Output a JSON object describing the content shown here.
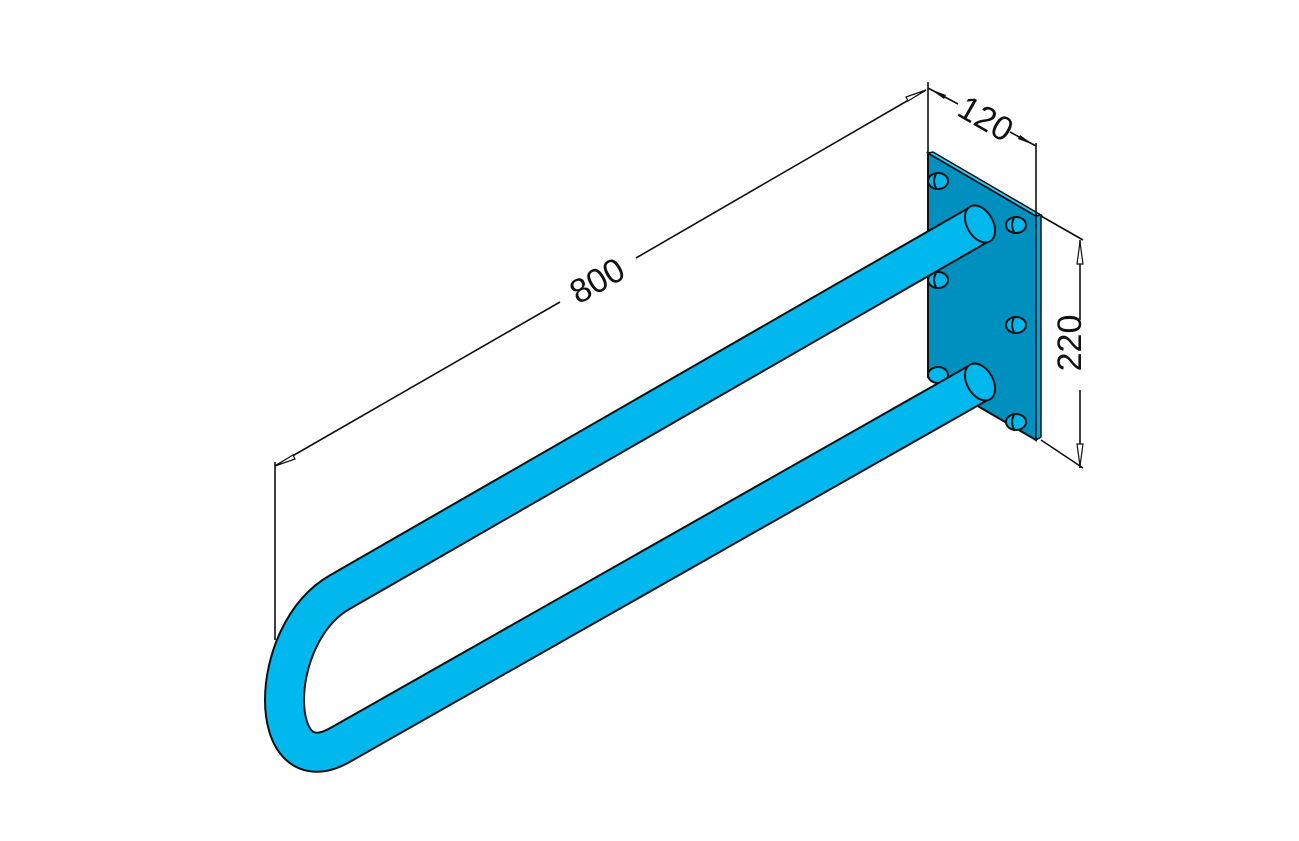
{
  "drawing": {
    "dimensions": {
      "length": "800",
      "depth": "120",
      "height": "220"
    },
    "colors": {
      "tube": "#00b8ee",
      "plate": "#0090c0",
      "outline": "#111111"
    }
  }
}
